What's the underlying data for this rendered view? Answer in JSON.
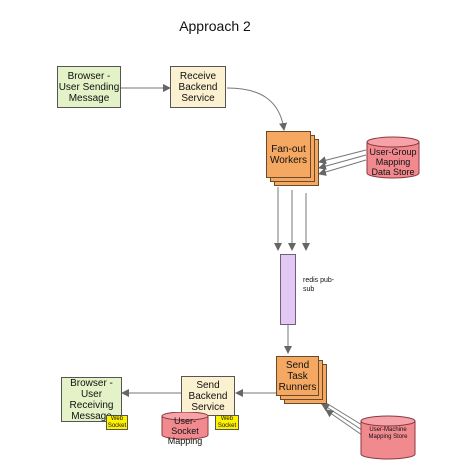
{
  "title": "Approach 2",
  "nodes": {
    "browser_send": "Browser - User Sending Message",
    "receive_backend": "Receive Backend Service",
    "fanout_workers": "Fan-out Workers",
    "user_group_store": "User-Group Mapping Data Store",
    "redis_label": "redis pub-sub",
    "send_task_runners": "Send Task Runners",
    "user_machine_store": "User-Machine Mapping Store",
    "send_backend": "Send Backend Service",
    "user_socket_mapping": "User-Socket Mapping",
    "browser_receive": "Browser - User Receiving Message",
    "websocket_browser": "Web Socket",
    "websocket_backend": "Web Socket"
  },
  "colors": {
    "browser": "#e4f2c7",
    "service": "#fbf0cf",
    "worker": "#f4a862",
    "datastore": "#f08a8f",
    "redis": "#e2c8f3",
    "websocket": "#fff200"
  }
}
